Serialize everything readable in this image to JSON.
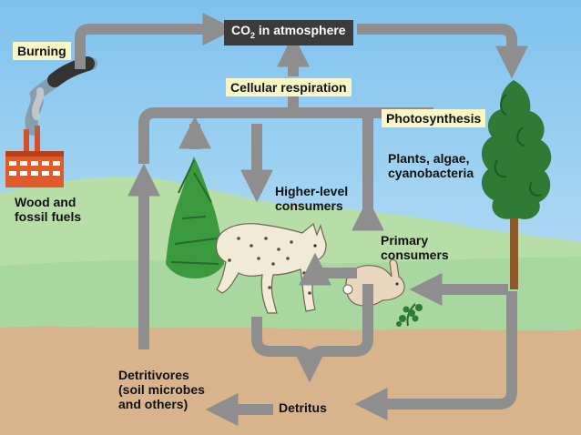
{
  "labels": {
    "co2_prefix": "CO",
    "co2_sub": "2",
    "co2_suffix": " in atmosphere",
    "burning": "Burning",
    "cellular_respiration": "Cellular respiration",
    "photosynthesis": "Photosynthesis",
    "producers": "Plants, algae,\ncyanobacteria",
    "wood_fossil": "Wood and\nfossil fuels",
    "higher_consumers": "Higher-level\nconsumers",
    "primary_consumers": "Primary\nconsumers",
    "detritivores": "Detritivores\n(soil microbes\nand others)",
    "detritus": "Detritus"
  },
  "icons": [
    "factory-icon",
    "smoke-icon",
    "tree-icon",
    "shrub-icon",
    "lynx-icon",
    "rabbit-icon",
    "plant-sprig-icon"
  ],
  "colors": {
    "sky": "#8ec9ef",
    "hill": "#b7dfa8",
    "ground": "#d8b48c",
    "arrow": "#8e8e8e",
    "label_box": "#fbf6c6",
    "dark_box": "#3b3b3b",
    "factory": "#e05a2a",
    "foliage": "#3c9a3e"
  }
}
